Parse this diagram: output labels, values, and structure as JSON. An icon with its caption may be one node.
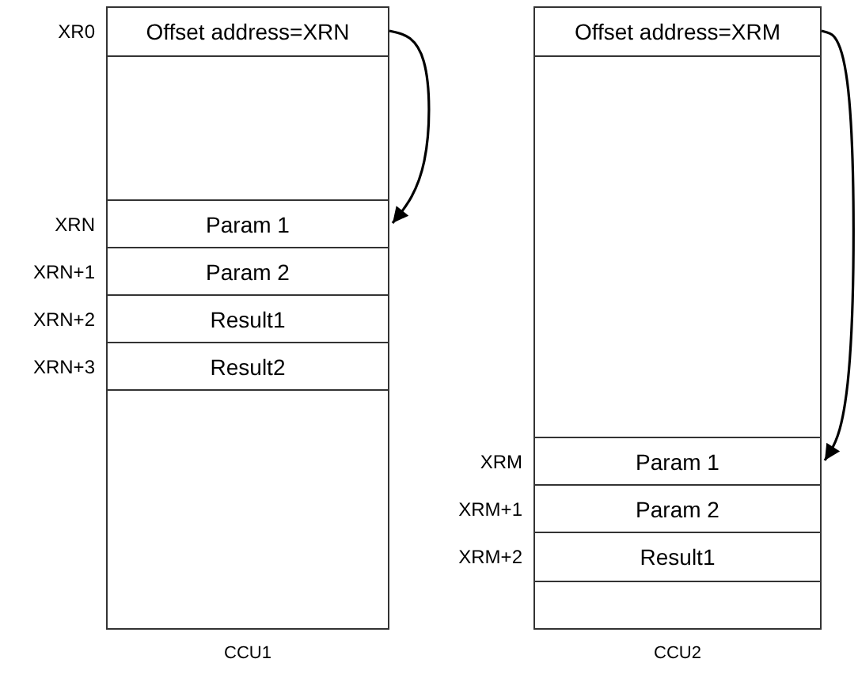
{
  "diagram": {
    "nodes": [
      {
        "text": [
          "CCU1"
        ]
      },
      {
        "text": [
          "Offset address=XRN"
        ],
        "in": 0,
        "beside": [
          "XR0"
        ]
      },
      {
        "text": [
          "Param 1"
        ],
        "in": 0,
        "beside": [
          "XRN"
        ]
      },
      {
        "text": [
          "Param 2"
        ],
        "in": 0,
        "beside": [
          "XRN+1"
        ]
      },
      {
        "text": [
          "Result1"
        ],
        "in": 0,
        "beside": [
          "XRN+2"
        ]
      },
      {
        "text": [
          "Result2"
        ],
        "in": 0,
        "beside": [
          "XRN+3"
        ]
      },
      {
        "text": [
          "CCU2"
        ]
      },
      {
        "text": [
          "Offset address=XRM"
        ],
        "in": 6
      },
      {
        "text": [
          "Param 1"
        ],
        "in": 6,
        "beside": [
          "XRM"
        ]
      },
      {
        "text": [
          "Param 2"
        ],
        "in": 6,
        "beside": [
          "XRM+1"
        ]
      },
      {
        "text": [
          "Result1"
        ],
        "in": 6,
        "beside": [
          "XRM+2"
        ]
      }
    ],
    "edges": [
      {
        "from": 1,
        "to": 2,
        "arrow": "to"
      },
      {
        "from": 7,
        "to": 8,
        "arrow": "to"
      }
    ]
  }
}
